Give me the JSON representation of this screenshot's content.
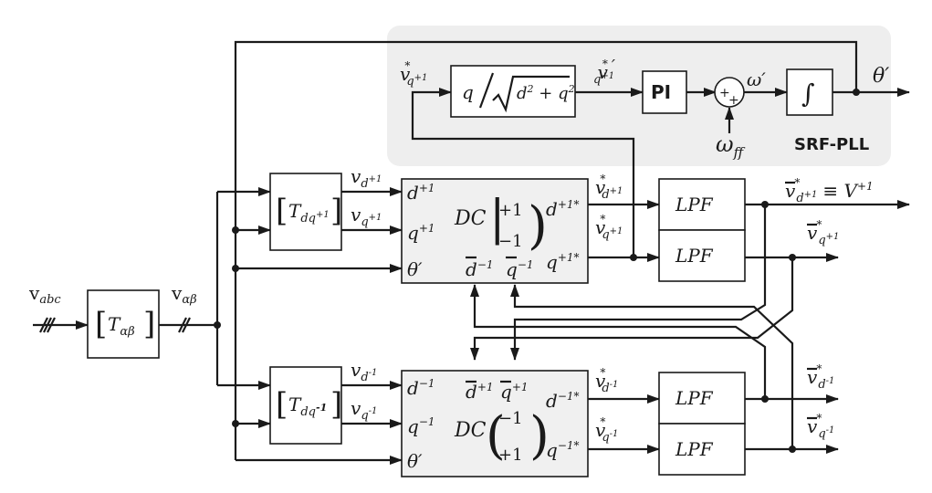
{
  "input": {
    "name": "v",
    "sub": "abc"
  },
  "alphabeta_out": {
    "name": "v",
    "sub": "αβ"
  },
  "t_alphabeta": {
    "name": "T",
    "sub": "αβ"
  },
  "t_pos": {
    "name": "T",
    "sub": "dq",
    "sup": "+1"
  },
  "t_neg": {
    "name": "T",
    "sub": "dq",
    "sup": "-1"
  },
  "pos_outputs": {
    "d": {
      "name": "v",
      "sub": "d",
      "sup": "+1"
    },
    "q": {
      "name": "v",
      "sub": "q",
      "sup": "+1"
    }
  },
  "neg_outputs": {
    "d": {
      "name": "v",
      "sub": "d",
      "sup": "-1"
    },
    "q": {
      "name": "v",
      "sub": "q",
      "sup": "-1"
    }
  },
  "dc_pos": {
    "in_d": "d",
    "in_d_sup": "+1",
    "in_q": "q",
    "in_q_sup": "+1",
    "in_theta": "θ′",
    "dc": "DC",
    "m_top": "+1",
    "m_bot": "−1",
    "out_d": "d",
    "out_d_sup": "+1*",
    "out_q": "q",
    "out_q_sup": "+1*",
    "fb_d": "d",
    "fb_d_sup": "−1",
    "fb_q": "q",
    "fb_q_sup": "−1"
  },
  "dc_neg": {
    "in_d": "d",
    "in_d_sup": "−1",
    "in_q": "q",
    "in_q_sup": "−1",
    "in_theta": "θ′",
    "dc": "DC",
    "m_top": "−1",
    "m_bot": "+1",
    "out_d": "d",
    "out_d_sup": "−1*",
    "out_q": "q",
    "out_q_sup": "−1*",
    "fb_d": "d",
    "fb_d_sup": "+1",
    "fb_q": "q",
    "fb_q_sup": "+1"
  },
  "lpf_label": "LPF",
  "pos_mid": {
    "d": {
      "name": "v",
      "sup": "*",
      "sub": "d",
      "subsup": "+1"
    },
    "q": {
      "name": "v",
      "sup": "*",
      "sub": "q",
      "subsup": "+1"
    }
  },
  "neg_mid": {
    "d": {
      "name": "v",
      "sup": "*",
      "sub": "d",
      "subsup": "-1"
    },
    "q": {
      "name": "v",
      "sup": "*",
      "sub": "q",
      "subsup": "-1"
    }
  },
  "final_pos": {
    "d": "v",
    "d_sup": "*",
    "d_sub": "d",
    "d_subsup": "+1",
    "eq": "≡ V",
    "eq_sup": "+1",
    "q": "v",
    "q_sup": "*",
    "q_sub": "q",
    "q_subsup": "+1"
  },
  "final_neg": {
    "d": "v",
    "d_sup": "*",
    "d_sub": "d",
    "d_subsup": "-1",
    "q": "v",
    "q_sup": "*",
    "q_sub": "q",
    "q_subsup": "-1"
  },
  "pll": {
    "title": "SRF-PLL",
    "in": {
      "name": "v",
      "sup": "*",
      "sub": "q",
      "subsup": "+1"
    },
    "norm": {
      "num": "q",
      "rad": "d",
      "rad_sup1": "2",
      "plus": " + ",
      "rad2": "q",
      "rad_sup2": "2"
    },
    "norm_out": {
      "name": "v",
      "sup": "*",
      "prime": "′",
      "sub": "q",
      "subsup": "+1"
    },
    "pi": "PI",
    "sum_plus_a": "+",
    "sum_plus_b": "+",
    "omega_ff": {
      "name": "ω",
      "sub": "ff"
    },
    "omega_prime": "ω′",
    "integrator": "∫",
    "theta_out": "θ′"
  }
}
